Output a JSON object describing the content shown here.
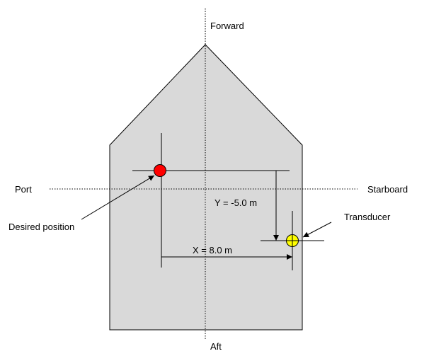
{
  "labels": {
    "forward": "Forward",
    "aft": "Aft",
    "port": "Port",
    "starboard": "Starboard",
    "desired_position": "Desired position",
    "transducer": "Transducer",
    "y_offset": "Y = -5.0 m",
    "x_offset": "X = 8.0 m"
  },
  "colors": {
    "hull_fill": "#d9d9d9",
    "desired_marker": "#ff0000",
    "transducer_marker": "#ffff00",
    "line": "#000000"
  }
}
